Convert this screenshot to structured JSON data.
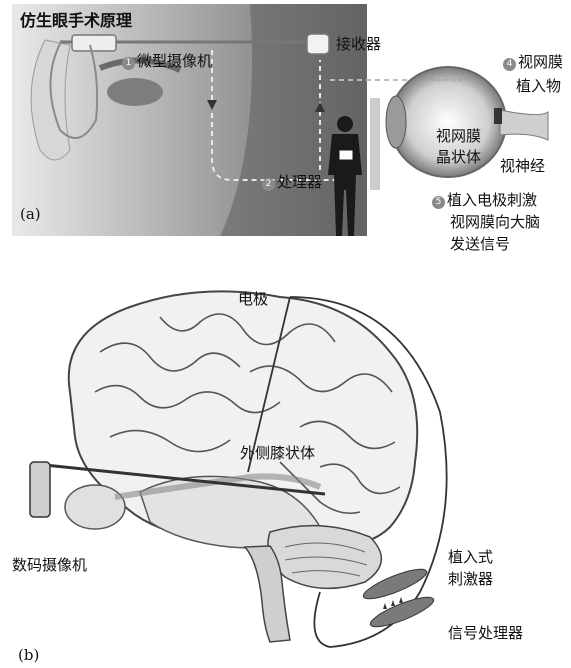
{
  "panel_a": {
    "title": "仿生眼手术原理",
    "camera_label": "微型摄像机",
    "camera_step": "1",
    "receiver_label": "接收器",
    "processor_label": "处理器",
    "processor_step": "2",
    "implant_label_line1": "视网膜",
    "implant_label_line2": "植入物",
    "implant_step": "4",
    "retina_lens_line1": "视网膜",
    "retina_lens_line2": "晶状体",
    "optic_nerve_label": "视神经",
    "stimulate_line1": "植入电极刺激",
    "stimulate_line2": "视网膜向大脑",
    "stimulate_line3": "发送信号",
    "stimulate_step": "5",
    "caption": "(a)"
  },
  "panel_b": {
    "electrode_label": "电极",
    "lgn_label": "外侧膝状体",
    "camera_label": "数码摄像机",
    "implant_label_line1": "植入式",
    "implant_label_line2": "刺激器",
    "processor_label": "信号处理器",
    "caption": "(b)"
  }
}
